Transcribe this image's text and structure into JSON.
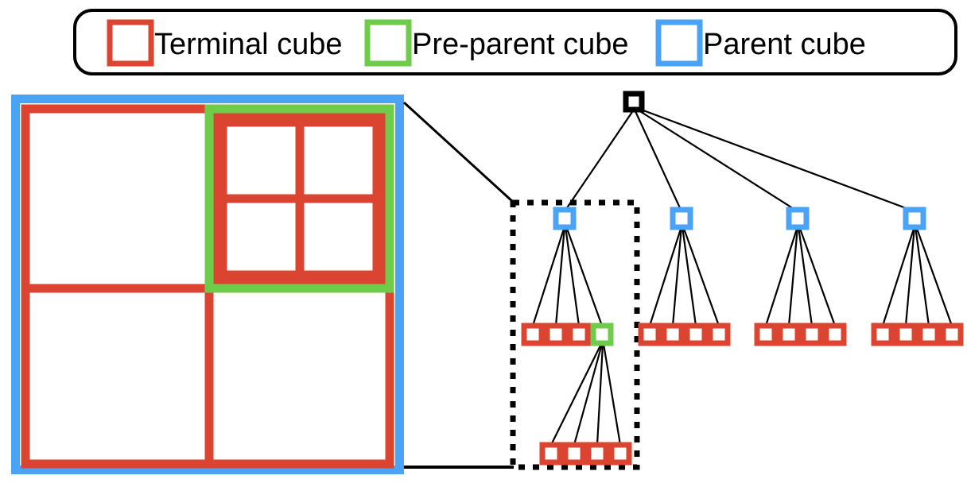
{
  "figure": {
    "kind": "quadtree-octree-refinement-diagram",
    "background": "#ffffff"
  },
  "colors": {
    "terminal": "#DC4432",
    "pre_parent": "#6FCC4A",
    "parent": "#4BA3F5",
    "root": "#000000",
    "line": "#000000",
    "background": "#ffffff"
  },
  "legend": {
    "border_color": "#000000",
    "items": [
      {
        "label": "Terminal cube",
        "color": "#DC4432",
        "swatch_name": "terminal-cube-swatch"
      },
      {
        "label": "Pre-parent cube",
        "color": "#6FCC4A",
        "swatch_name": "pre-parent-cube-swatch"
      },
      {
        "label": "Parent cube",
        "color": "#4BA3F5",
        "swatch_name": "parent-cube-swatch"
      }
    ]
  },
  "cube_panel": {
    "name": "refined-cube-diagram",
    "outer": {
      "type": "parent",
      "color": "#4BA3F5"
    },
    "quadrants": [
      {
        "position": "top-left",
        "type": "terminal",
        "color": "#DC4432",
        "subdivided": false
      },
      {
        "position": "top-right",
        "type": "pre-parent",
        "color": "#6FCC4A",
        "subdivided": true,
        "children": 4,
        "child_type": "terminal",
        "child_color": "#DC4432"
      },
      {
        "position": "bottom-left",
        "type": "terminal",
        "color": "#DC4432",
        "subdivided": false
      },
      {
        "position": "bottom-right",
        "type": "terminal",
        "color": "#DC4432",
        "subdivided": false
      }
    ]
  },
  "tree": {
    "name": "refinement-tree",
    "root": {
      "type": "root",
      "color": "#000000",
      "children": 4
    },
    "highlight_box": {
      "style": "dotted",
      "color": "#000000",
      "encloses": "first-parent-subtree"
    },
    "levels": [
      {
        "level": 0,
        "label": "root",
        "node_count": 1,
        "types": [
          "root"
        ]
      },
      {
        "level": 1,
        "label": "parent cubes",
        "node_count": 4,
        "types": [
          "parent",
          "parent",
          "parent",
          "parent"
        ]
      },
      {
        "level": 2,
        "label": "children of parents",
        "node_count": 16,
        "types": [
          "terminal",
          "terminal",
          "terminal",
          "pre-parent",
          "terminal",
          "terminal",
          "terminal",
          "terminal",
          "terminal",
          "terminal",
          "terminal",
          "terminal",
          "terminal",
          "terminal",
          "terminal",
          "terminal"
        ]
      },
      {
        "level": 3,
        "label": "children of pre-parent",
        "node_count": 4,
        "types": [
          "terminal",
          "terminal",
          "terminal",
          "terminal"
        ]
      }
    ]
  },
  "connectors": {
    "cube_to_tree_top": "diagonal",
    "cube_to_tree_bottom": "horizontal"
  }
}
